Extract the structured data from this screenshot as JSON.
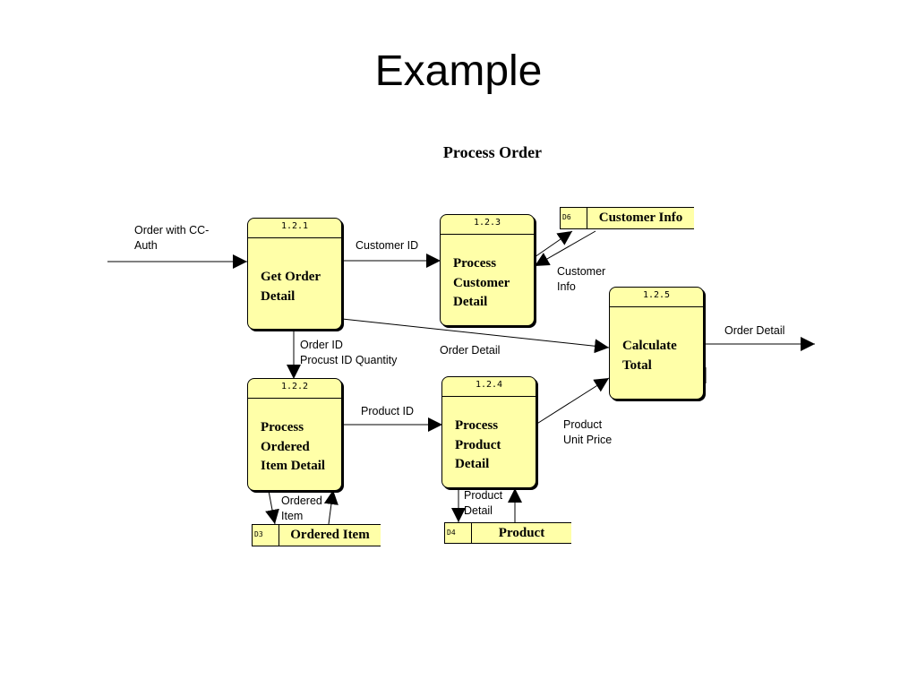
{
  "slide": {
    "title": "Example"
  },
  "diagram": {
    "title": "Process Order",
    "colors": {
      "process_fill": "#ffffa8",
      "line": "#000000",
      "background": "#ffffff"
    },
    "processes": {
      "get_order_detail": {
        "id": "1.2.1",
        "name": "Get Order\nDetail"
      },
      "process_ordered_item_detail": {
        "id": "1.2.2",
        "name": "Process\nOrdered\nItem Detail"
      },
      "process_customer_detail": {
        "id": "1.2.3",
        "name": "Process\nCustomer\nDetail"
      },
      "process_product_detail": {
        "id": "1.2.4",
        "name": "Process\nProduct\nDetail"
      },
      "calculate_total": {
        "id": "1.2.5",
        "name": "Calculate\nTotal"
      }
    },
    "stores": {
      "customer_info": {
        "id": "D6",
        "name": "Customer Info"
      },
      "ordered_item": {
        "id": "D3",
        "name": "Ordered Item"
      },
      "product": {
        "id": "D4",
        "name": "Product"
      }
    },
    "flows": {
      "order_with_cc_auth": "Order with CC-\nAuth",
      "customer_id": "Customer ID",
      "customer_info": "Customer\nInfo",
      "order_id_product_qty": "Order ID\nProcust ID Quantity",
      "order_detail_in": "Order Detail",
      "order_detail_out": "Order Detail",
      "product_id": "Product ID",
      "product_unit_price": "Product\nUnit Price",
      "ordered_item": "Ordered\nItem",
      "product_detail": "Product\nDetail"
    }
  }
}
